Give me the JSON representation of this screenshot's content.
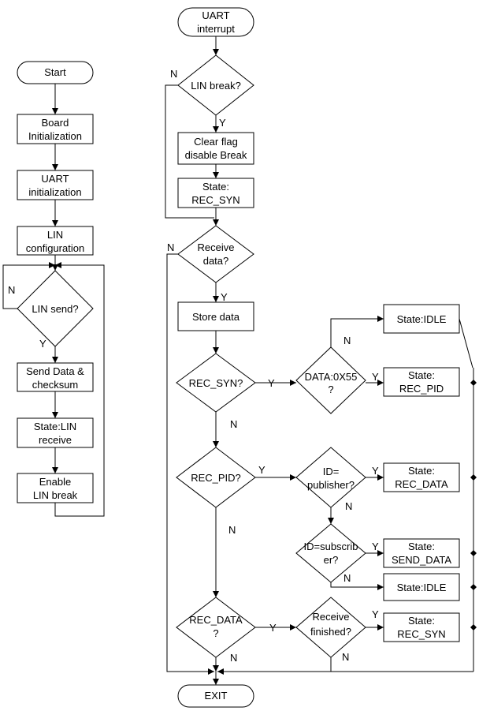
{
  "left": {
    "start": "Start",
    "board_init": [
      "Board",
      "Initialization"
    ],
    "uart_init": [
      "UART",
      "initialization"
    ],
    "lin_config": [
      "LIN",
      "configuration"
    ],
    "lin_send": "LIN send?",
    "send_data": [
      "Send Data &",
      "checksum"
    ],
    "state_lin_receive": [
      "State:LIN",
      "receive"
    ],
    "enable_lin_break": [
      "Enable",
      "LIN break"
    ],
    "no_label": "N",
    "yes_label": "Y"
  },
  "right": {
    "uart_interrupt": [
      "UART",
      "interrupt"
    ],
    "lin_break": "LIN break?",
    "clear_flag": [
      "Clear flag",
      "disable Break"
    ],
    "state_rec_syn_1": [
      "State:",
      "REC_SYN"
    ],
    "receive_data": [
      "Receive",
      "data?"
    ],
    "store_data": "Store data",
    "rec_syn_q": "REC_SYN?",
    "data_0x55": [
      "DATA:0X55",
      "?"
    ],
    "state_idle_1": "State:IDLE",
    "state_rec_pid": [
      "State:",
      "REC_PID"
    ],
    "rec_pid_q": "REC_PID?",
    "id_publisher": [
      "ID=",
      "publisher?"
    ],
    "state_rec_data": [
      "State:",
      "REC_DATA"
    ],
    "id_subscriber": [
      "ID=subscrib",
      "er?"
    ],
    "state_send_data": [
      "State:",
      "SEND_DATA"
    ],
    "state_idle_2": "State:IDLE",
    "rec_data_q": [
      "REC_DATA",
      "?"
    ],
    "receive_finished": [
      "Receive",
      "finished?"
    ],
    "state_rec_syn_2": [
      "State:",
      "REC_SYN"
    ],
    "exit": "EXIT",
    "no_label": "N",
    "yes_label": "Y"
  }
}
